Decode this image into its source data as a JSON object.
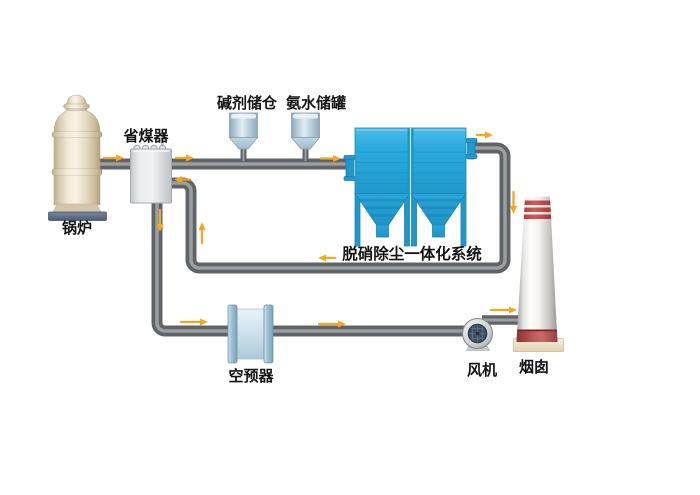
{
  "diagram": {
    "type": "process-flow-diagram",
    "subject": "flue-gas denitrification and dust removal system",
    "equipment": {
      "boiler": {
        "label": "锅炉"
      },
      "economizer": {
        "label": "省煤器"
      },
      "alkali_silo": {
        "label": "碱剂储仓"
      },
      "ammonia_tank": {
        "label": "氨水储罐"
      },
      "denox_dedust_system": {
        "label": "脱硝除尘一体化系统"
      },
      "air_preheater": {
        "label": "空预器"
      },
      "fan": {
        "label": "风机"
      },
      "chimney": {
        "label": "烟囱"
      }
    },
    "flow_arrow_count": 12,
    "colors": {
      "background": "#FFFFFF",
      "arrow": "#F7A61E",
      "pipe": "#606467",
      "pipehi": "#9EA2A4",
      "label": "#151515",
      "bagblue": "#2BAADE",
      "boilercream": "#EFE7D4",
      "boilerbase": "#5B6B80",
      "tankblue": "#C6DAE5",
      "preheaterblue": "#BFDAE7",
      "chimneyred": "#B14343",
      "chimneybase": "#EADDC1",
      "fancenter": "#3E4F61"
    }
  }
}
